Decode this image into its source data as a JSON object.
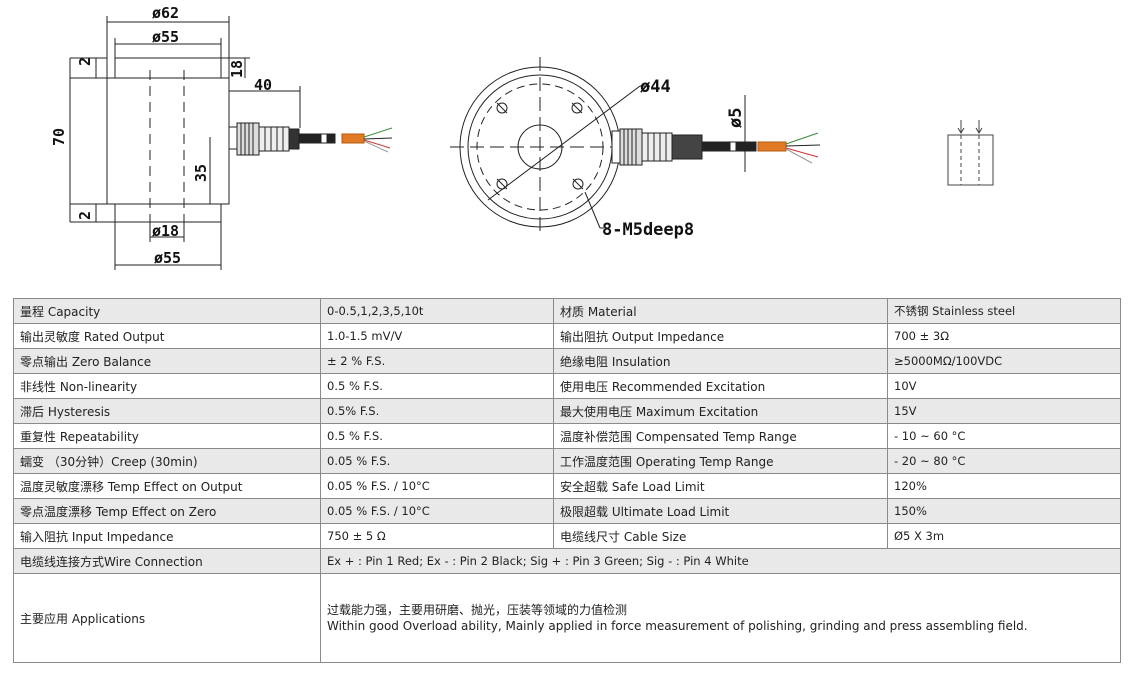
{
  "drawing": {
    "side_view": {
      "dim_outer_diameter": "ø62",
      "dim_top_diameter": "ø55",
      "dim_top_step": "2",
      "dim_head_height": "18",
      "dim_connector_length": "40",
      "dim_height": "70",
      "dim_connector_height": "35",
      "dim_bottom_step": "2",
      "dim_bore": "ø18",
      "dim_bottom_diameter": "ø55"
    },
    "top_view": {
      "dim_bolt_circle": "ø44",
      "dim_cable": "ø5",
      "hole_callout": "8-M5deep8"
    }
  },
  "specs": {
    "rows": [
      {
        "l1": "量程 Capacity",
        "v1": "0-0.5,1,2,3,5,10t",
        "l2": "材质 Material",
        "v2": "不锈钢 Stainless steel"
      },
      {
        "l1": "输出灵敏度 Rated Output",
        "v1": "1.0-1.5 mV/V",
        "l2": "输出阻抗  Output Impedance",
        "v2": "700 ± 3Ω"
      },
      {
        "l1": "零点输出  Zero Balance",
        "v1": "± 2 % F.S.",
        "l2": "绝缘电阻  Insulation",
        "v2": "≥5000MΩ/100VDC"
      },
      {
        "l1": "非线性 Non-linearity",
        "v1": "0.5 % F.S.",
        "l2": "使用电压 Recommended Excitation",
        "v2": "10V"
      },
      {
        "l1": "滞后 Hysteresis",
        "v1": "0.5% F.S.",
        "l2": "最大使用电压 Maximum Excitation",
        "v2": "15V"
      },
      {
        "l1": "重复性 Repeatability",
        "v1": "0.5 % F.S.",
        "l2": "温度补偿范围 Compensated Temp Range",
        "v2": "- 10 ~ 60 °C"
      },
      {
        "l1": "蠕变  （30分钟）Creep (30min)",
        "v1": "0.05 % F.S.",
        "l2": "工作温度范围 Operating Temp  Range",
        "v2": "- 20 ~ 80 °C"
      },
      {
        "l1": "温度灵敏度漂移 Temp Effect on Output",
        "v1": "0.05 % F.S. / 10°C",
        "l2": "安全超载 Safe Load Limit",
        "v2": "120%"
      },
      {
        "l1": "零点温度漂移 Temp Effect on Zero",
        "v1": "0.05 % F.S. / 10°C",
        "l2": "极限超载 Ultimate Load Limit",
        "v2": "150%"
      },
      {
        "l1": "输入阻抗 Input Impedance",
        "v1": "750 ± 5 Ω",
        "l2": "电缆线尺寸 Cable Size",
        "v2": "Ø5 X 3m"
      }
    ],
    "wire_label": "电缆线连接方式Wire Connection",
    "wire_value": "Ex + : Pin 1 Red;  Ex - : Pin 2 Black; Sig + : Pin 3 Green; Sig - : Pin 4 White",
    "apps_label": "主要应用 Applications",
    "apps_line_cn": "过载能力强，主要用研磨、抛光，压装等领域的力值检测",
    "apps_line_en": "Within good Overload ability, Mainly applied in force measurement of polishing, grinding and press assembling field."
  }
}
